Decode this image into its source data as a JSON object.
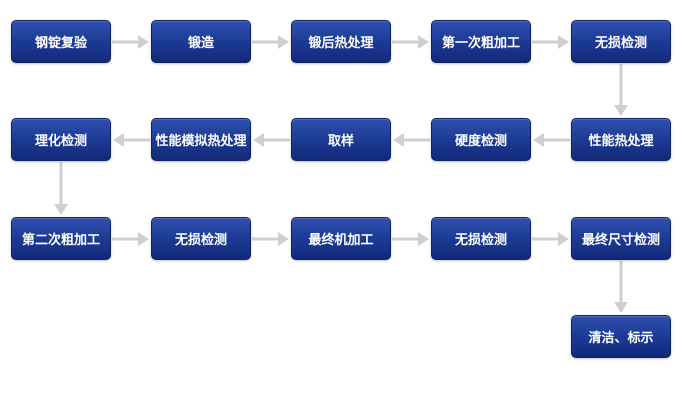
{
  "colors": {
    "node_fill_top": "#2f4fae",
    "node_fill_bottom": "#12297a",
    "node_text": "#ffffff",
    "arrow": "#cfcfcf"
  },
  "flow": {
    "row1": [
      "钢锭复验",
      "锻造",
      "锻后热处理",
      "第一次粗加工",
      "无损检测"
    ],
    "row2": [
      "理化检测",
      "性能模拟热处理",
      "取样",
      "硬度检测",
      "性能热处理"
    ],
    "row3": [
      "第二次粗加工",
      "无损检测",
      "最终机加工",
      "无损检测",
      "最终尺寸检测"
    ],
    "row4": [
      "清洁、标示"
    ]
  }
}
